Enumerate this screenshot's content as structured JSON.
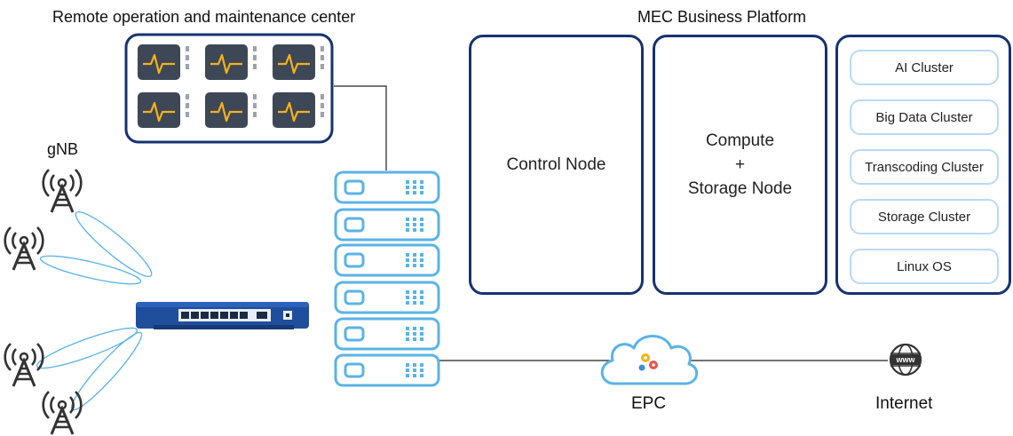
{
  "titles": {
    "remote_center": "Remote operation and maintenance center",
    "mec_platform": "MEC Business Platform"
  },
  "labels": {
    "gnb": "gNB",
    "epc": "EPC",
    "internet": "Internet",
    "www": "www"
  },
  "nodes": {
    "control": "Control Node",
    "compute_line1": "Compute",
    "compute_line2": "+",
    "compute_line3": "Storage Node"
  },
  "clusters": [
    "AI Cluster",
    "Big Data Cluster",
    "Transcoding Cluster",
    "Storage Cluster",
    "Linux OS"
  ],
  "colors": {
    "navy": "#17326e",
    "light_blue": "#5ab3e6",
    "pale_blue": "#b9d9f3",
    "monitor_bg": "#3d4756",
    "pulse": "#f6b21b",
    "switch_blue": "#1f4e9c"
  },
  "icons": [
    "antenna-icon",
    "monitor-icon",
    "server-unit-icon",
    "switch-icon",
    "cloud-icon",
    "globe-icon",
    "gear-icon"
  ]
}
